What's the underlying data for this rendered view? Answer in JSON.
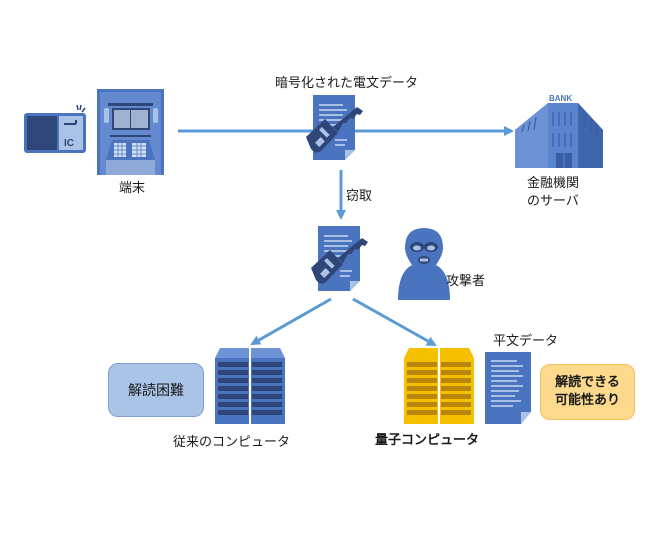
{
  "diagram": {
    "colors": {
      "arrow": "#5b9bd5",
      "icon_blue": "#4a74c0",
      "icon_dark": "#2f4679",
      "icon_light": "#aac2e6",
      "quantum_yellow": "#f5c000",
      "orange_box": "#fcd98c",
      "blue_box": "#a9c4e6"
    },
    "nodes": {
      "terminal": {
        "label": "端末",
        "icons": [
          "ic-card-icon",
          "atm-icon"
        ],
        "card_text": "IC"
      },
      "encrypted_data": {
        "label": "暗号化された電文データ",
        "icon": "encrypted-document-icon"
      },
      "bank_server": {
        "label_line1": "金融機関",
        "label_line2": "のサーバ",
        "sign": "BANK",
        "icon": "bank-building-icon"
      },
      "intercepted": {
        "edge_label": "窃取",
        "icon": "encrypted-document-icon"
      },
      "attacker": {
        "label": "攻撃者",
        "icon": "masked-attacker-icon"
      },
      "classical_computer": {
        "label": "従来のコンピュータ",
        "result": "解読困難",
        "icon": "server-rack-icon"
      },
      "quantum_computer": {
        "label": "量子コンピュータ",
        "icon": "quantum-server-icon"
      },
      "plaintext": {
        "label": "平文データ",
        "icon": "plain-document-icon"
      },
      "quantum_result": {
        "line1": "解読できる",
        "line2": "可能性あり"
      }
    },
    "edges": [
      {
        "from": "terminal",
        "to": "bank_server",
        "via": "encrypted_data"
      },
      {
        "from": "encrypted_data",
        "to": "intercepted",
        "label": "窃取"
      },
      {
        "from": "intercepted",
        "to": "classical_computer"
      },
      {
        "from": "intercepted",
        "to": "quantum_computer"
      }
    ]
  }
}
